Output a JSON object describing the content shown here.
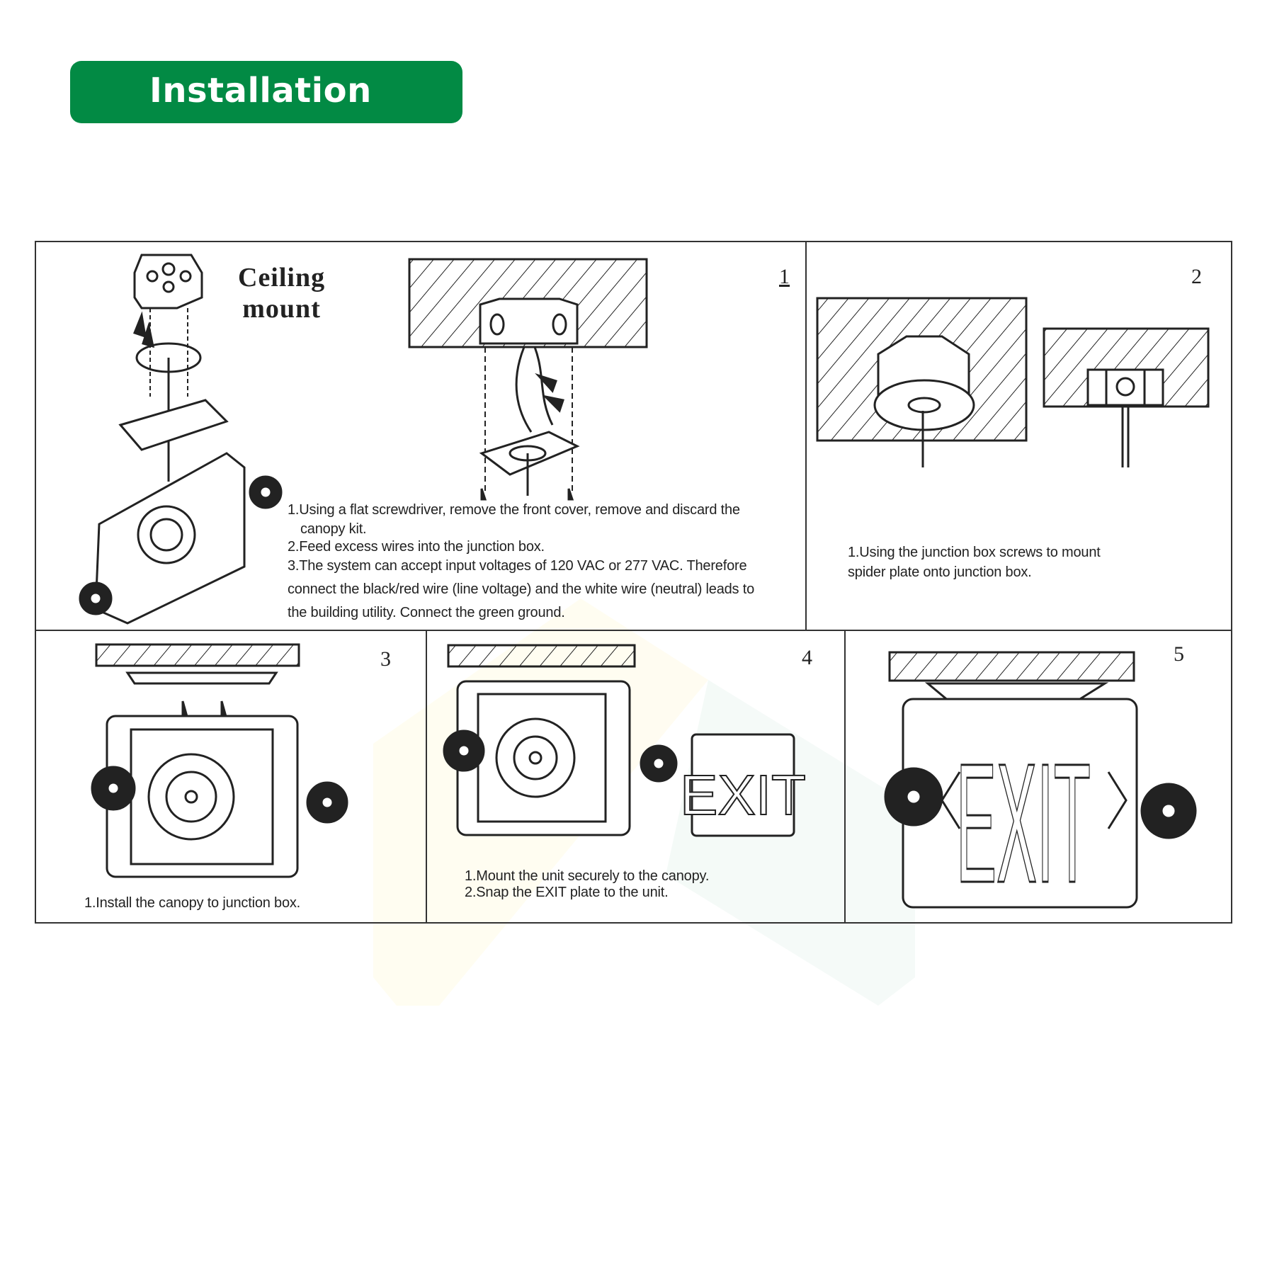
{
  "header": {
    "title": "Installation",
    "accent_color": "#028a44"
  },
  "panel1": {
    "heading_line1": "Ceiling",
    "heading_line2": "mount",
    "step_number": "1",
    "lines": [
      "1.Using a flat screwdriver, remove the front cover, remove and discard the",
      "canopy kit.",
      "2.Feed excess wires into the junction box.",
      "3.The system can accept input voltages of 120 VAC or 277 VAC. Therefore",
      "connect the black/red wire (line voltage) and the  white wire (neutral) leads to",
      "the building utility. Connect the green ground."
    ]
  },
  "panel2": {
    "step_number": "2",
    "lines": [
      "1.Using the junction box screws to mount",
      "spider plate onto junction box."
    ]
  },
  "panel3": {
    "step_number": "3",
    "lines": [
      "1.Install the canopy to junction box."
    ]
  },
  "panel4": {
    "step_number": "4",
    "lines": [
      "1.Mount the unit securely to the canopy.",
      "2.Snap the EXIT plate to the unit."
    ]
  },
  "panel5": {
    "step_number": "5"
  },
  "sign_text": "EXIT"
}
